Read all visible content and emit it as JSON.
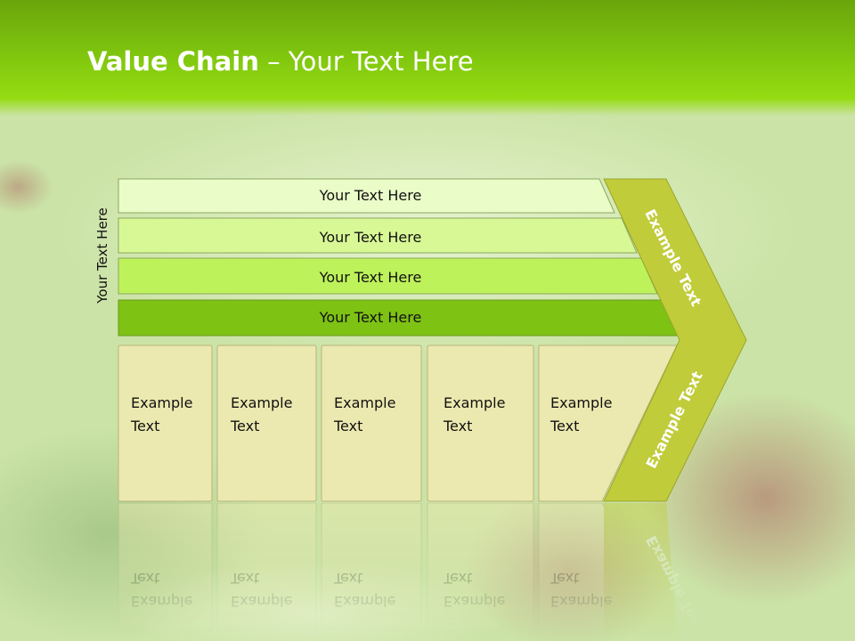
{
  "slide": {
    "title_bold": "Value Chain",
    "title_rest": " – Your Text Here",
    "vertical_label": "Your Text Here"
  },
  "bars": [
    {
      "label": "Your Text Here",
      "fill": "#eafcc8"
    },
    {
      "label": "Your Text Here",
      "fill": "#d8f896"
    },
    {
      "label": "Your Text Here",
      "fill": "#bef25a"
    },
    {
      "label": "Your Text Here",
      "fill": "#7ec214"
    }
  ],
  "boxes": [
    {
      "line1": "Example",
      "line2": "Text"
    },
    {
      "line1": "Example",
      "line2": "Text"
    },
    {
      "line1": "Example",
      "line2": "Text"
    },
    {
      "line1": "Example",
      "line2": "Text"
    },
    {
      "line1": "Example",
      "line2": "Text"
    }
  ],
  "chevron": {
    "upper_text": "Example Text",
    "lower_text": "Example Text",
    "fill": "#c0cc3a"
  },
  "colors": {
    "header_green": "#7ec40e",
    "box_fill": "#ece9b0",
    "text_dark": "#111111"
  }
}
